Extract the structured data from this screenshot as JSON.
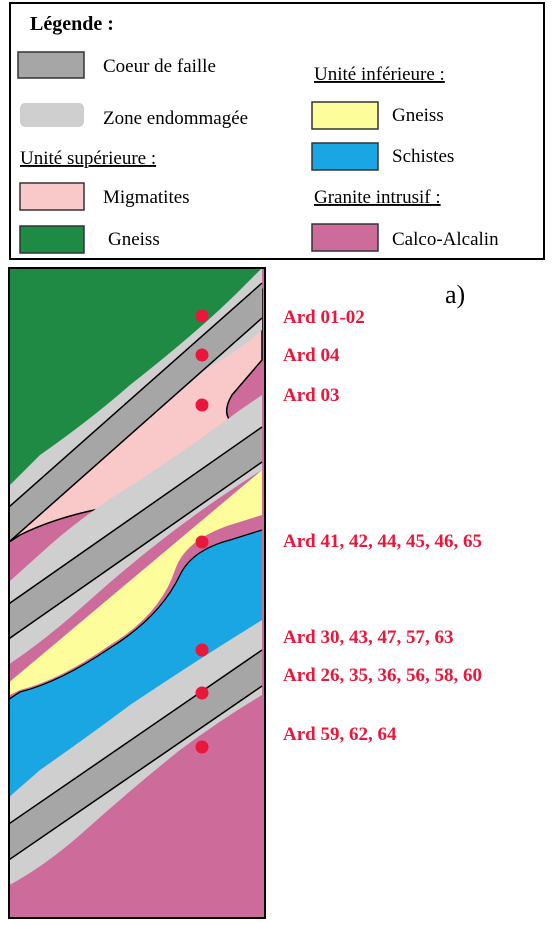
{
  "legend": {
    "title": "Légende :",
    "fault_core": "Coeur de faille",
    "damage_zone": "Zone endommagée",
    "upper_unit": "Unité supérieure :",
    "upper_migmatites": "Migmatites",
    "upper_gneiss": "Gneiss",
    "lower_unit": "Unité inférieure :",
    "lower_gneiss": "Gneiss",
    "lower_schists": "Schistes",
    "granite": "Granite intrusif :",
    "granite_calco": "Calco-Alcalin"
  },
  "panel_label": "a)",
  "samples": [
    "Ard 01-02",
    "Ard 04",
    "Ard 03",
    "Ard 41, 42, 44, 45, 46, 65",
    "Ard 30, 43, 47, 57, 63",
    "Ard 26, 35, 36, 56, 58, 60",
    "Ard 59, 62, 64"
  ],
  "colors": {
    "fault_core": "#a6a6a6",
    "damage_zone": "#cfcfcf",
    "migmatites": "#f9c8c8",
    "gneiss_upper": "#1f8a43",
    "gneiss_lower": "#fdfd9c",
    "schists": "#1aa6e2",
    "calco_alcalin": "#cd6b9b",
    "sample_red": "#e8173b"
  }
}
